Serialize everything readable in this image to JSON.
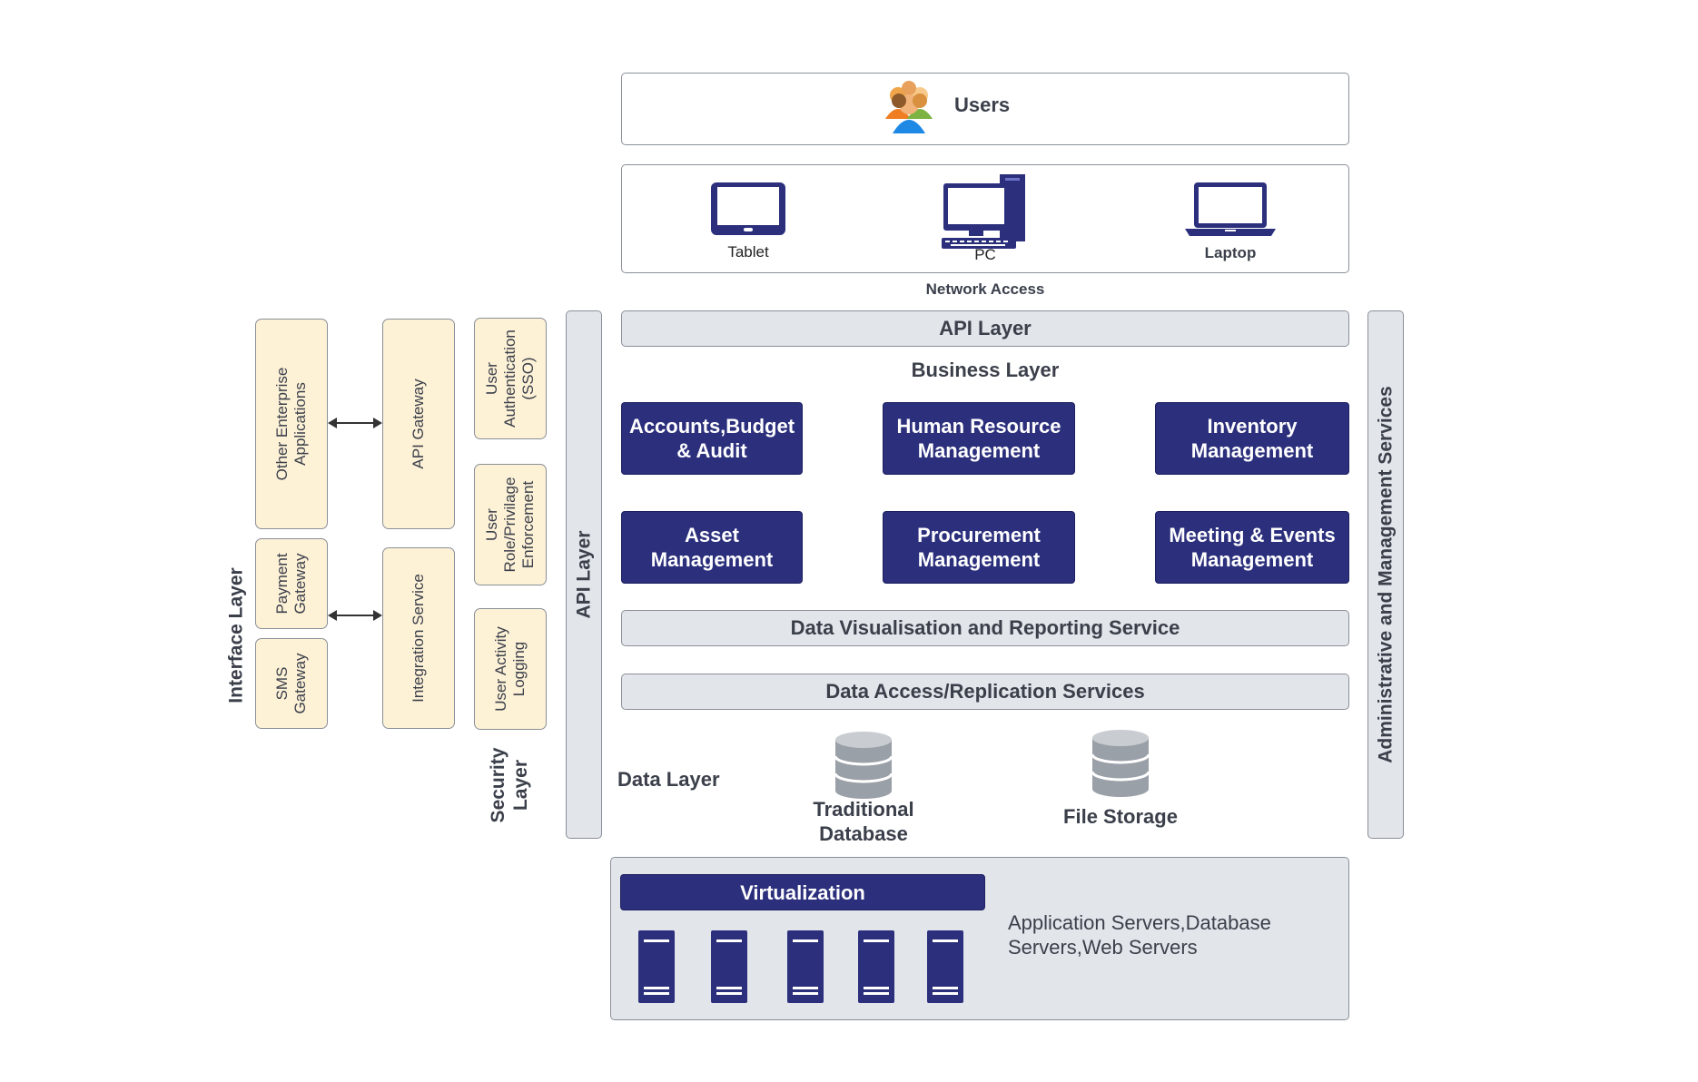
{
  "users": {
    "label": "Users"
  },
  "devices": [
    {
      "label": "Tablet",
      "icon": "tablet-icon"
    },
    {
      "label": "PC",
      "icon": "pc-icon"
    },
    {
      "label": "Laptop",
      "icon": "laptop-icon"
    }
  ],
  "network_access": "Network Access",
  "api_layer_bar": "API Layer",
  "api_layer_vertical": "API Layer",
  "business_layer": {
    "title": "Business Layer",
    "modules": [
      "Accounts,Budget\n& Audit",
      "Human Resource\nManagement",
      "Inventory\nManagement",
      "Asset\nManagement",
      "Procurement\nManagement",
      "Meeting & Events\nManagement"
    ]
  },
  "data_visualisation": "Data Visualisation and Reporting Service",
  "data_access": "Data Access/Replication Services",
  "data_layer": {
    "label": "Data Layer",
    "stores": [
      {
        "label": "Traditional\nDatabase",
        "icon": "database-icon"
      },
      {
        "label": "File Storage",
        "icon": "database-icon"
      }
    ]
  },
  "virtualization": {
    "label": "Virtualization",
    "servers_text": "Application Servers,Database\nServers,Web Servers",
    "server_icon": "server-icon"
  },
  "admin_services": "Administrative and Management Services",
  "interface_layer": {
    "label": "Interface Layer",
    "other_apps": "Other Enterprise\nApplications",
    "payment_gateway": "Payment\nGateway",
    "sms_gateway": "SMS\nGateway",
    "api_gateway": "API Gateway",
    "integration_service": "Integration Service"
  },
  "security_layer": {
    "label": "Security\nLayer",
    "items": [
      "User\nAuthentication\n(SSO)",
      "User\nRole/Privilage\nEnforcement",
      "User Activity\nLogging"
    ]
  },
  "colors": {
    "navy": "#2b2f7c",
    "grey_panel": "#e2e5ea",
    "cream": "#fdf1d6",
    "border": "#8a8f99"
  }
}
